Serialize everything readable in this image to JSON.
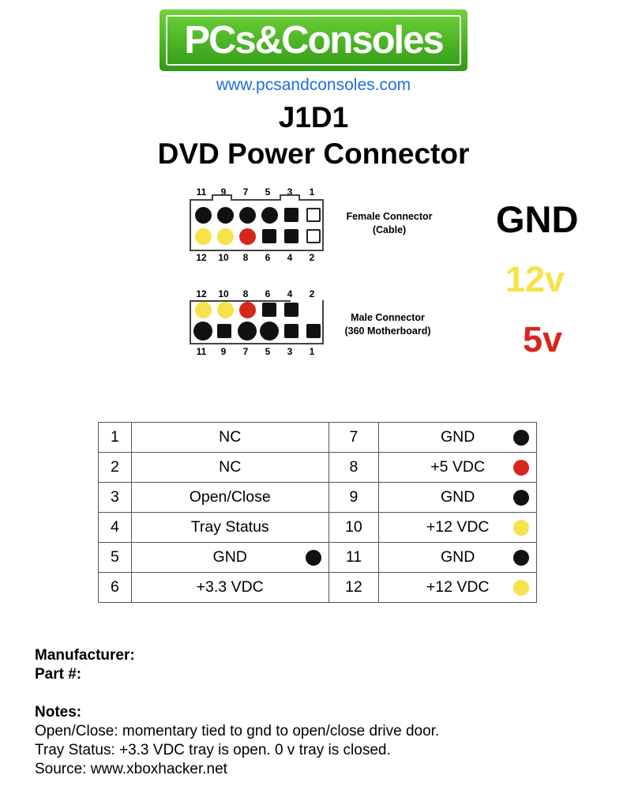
{
  "logo": {
    "text": "PCs&Consoles"
  },
  "website": "www.pcsandconsoles.com",
  "title_line1": "J1D1",
  "title_line2": "DVD Power Connector",
  "female": {
    "top_numbers": [
      "11",
      "9",
      "7",
      "5",
      "3",
      "1"
    ],
    "bottom_numbers": [
      "12",
      "10",
      "8",
      "6",
      "4",
      "2"
    ],
    "caption_line1": "Female Connector",
    "caption_line2": "(Cable)"
  },
  "male": {
    "top_numbers": [
      "12",
      "10",
      "8",
      "6",
      "4",
      "2"
    ],
    "bottom_numbers": [
      "11",
      "9",
      "7",
      "5",
      "3",
      "1"
    ],
    "caption_line1": "Male Connector",
    "caption_line2": "(360 Motherboard)"
  },
  "legend": {
    "gnd": "GND",
    "v12": "12v",
    "v5": "5v",
    "colors": {
      "gnd": "#000000",
      "v12": "#f6e24a",
      "v5": "#d8261c"
    }
  },
  "table": [
    {
      "pin_a": "1",
      "signal_a": "NC",
      "pin_b": "7",
      "signal_b": "GND"
    },
    {
      "pin_a": "2",
      "signal_a": "NC",
      "pin_b": "8",
      "signal_b": "+5 VDC"
    },
    {
      "pin_a": "3",
      "signal_a": "Open/Close",
      "pin_b": "9",
      "signal_b": "GND"
    },
    {
      "pin_a": "4",
      "signal_a": "Tray Status",
      "pin_b": "10",
      "signal_b": "+12 VDC"
    },
    {
      "pin_a": "5",
      "signal_a": "GND",
      "pin_b": "11",
      "signal_b": "GND"
    },
    {
      "pin_a": "6",
      "signal_a": "+3.3 VDC",
      "pin_b": "12",
      "signal_b": "+12 VDC"
    }
  ],
  "footer": {
    "manufacturer_label": "Manufacturer:",
    "part_label": "Part #:",
    "notes_label": "Notes:",
    "note1": "Open/Close: momentary tied to gnd to open/close drive door.",
    "note2": "Tray Status: +3.3 VDC tray is open. 0 v  tray is closed.",
    "note3": "Source: www.xboxhacker.net"
  }
}
